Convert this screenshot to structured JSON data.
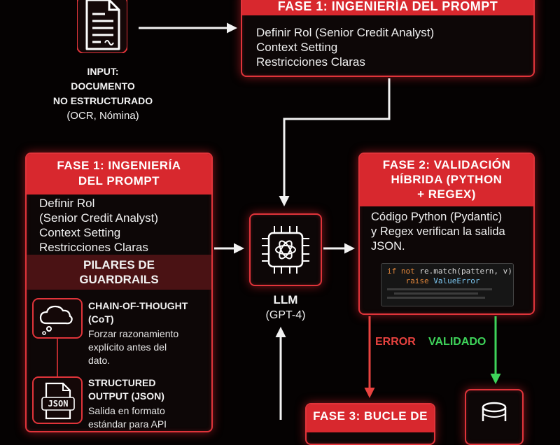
{
  "input": {
    "title_line1": "INPUT:",
    "title_line2": "DOCUMENTO",
    "title_line3": "NO ESTRUCTURADO",
    "subtitle": "(OCR, Nómina)"
  },
  "top_box": {
    "header": "FASE 1: INGENIERÍA DEL PROMPT",
    "lines": [
      "Definir Rol (Senior Credit Analyst)",
      "Context Setting",
      "Restricciones Claras"
    ]
  },
  "left_box": {
    "header_line1": "FASE 1: INGENIERÍA",
    "header_line2": "DEL PROMPT",
    "lines": [
      "Definir Rol",
      "(Senior Credit Analyst)",
      "Context Setting",
      "Restricciones Claras"
    ],
    "pillars_line1": "PILARES DE",
    "pillars_line2": "GUARDRAILS",
    "cot": {
      "title_line1": "CHAIN-OF-THOUGHT",
      "title_line2": "(CoT)",
      "desc_line1": "Forzar razonamiento",
      "desc_line2": "explícito antes del",
      "desc_line3": "dato."
    },
    "structured": {
      "title_line1": "STRUCTURED",
      "title_line2": "OUTPUT (JSON)",
      "desc_line1": "Salida en formato",
      "desc_line2": "estándar para API",
      "icon_text": "JSON"
    }
  },
  "llm": {
    "label": "LLM",
    "sublabel": "(GPT-4)"
  },
  "right_box": {
    "header_line1": "FASE 2: VALIDACIÓN",
    "header_line2": "HÍBRIDA (PYTHON",
    "header_line3": "+ REGEX)",
    "lines": [
      "Código Python (Pydantic)",
      "y Regex verifican la salida",
      "JSON."
    ],
    "code_line1": {
      "kw1": "if",
      "kw2": "not",
      "rest": " re.match(pattern, v):"
    },
    "code_line2": {
      "kw": "raise",
      "rest": " ValueError"
    }
  },
  "branches": {
    "error_label": "ERROR",
    "valid_label": "VALIDADO"
  },
  "bottom_box": {
    "header": "FASE 3: BUCLE DE"
  },
  "colors": {
    "accent_red": "#e0343a",
    "error_red": "#e8423f",
    "valid_green": "#3ed45a"
  }
}
